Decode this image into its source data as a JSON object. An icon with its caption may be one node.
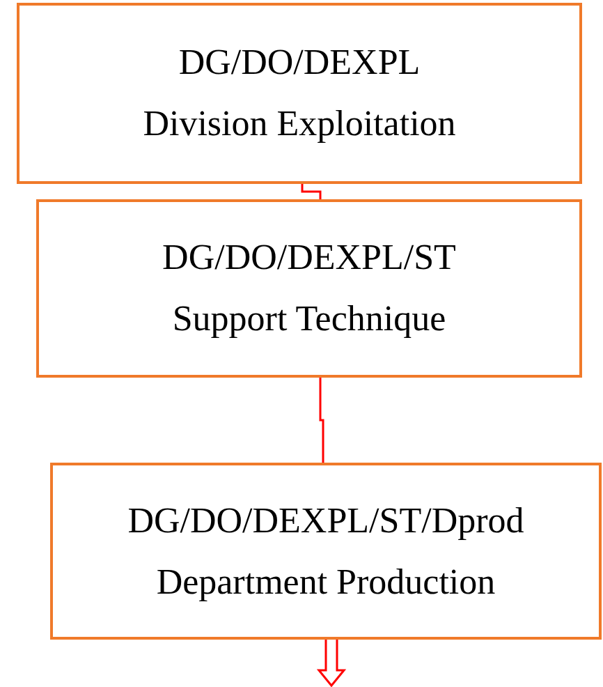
{
  "diagram": {
    "nodes": [
      {
        "text": [
          "DG/DO/DEXPL",
          "Division Exploitation"
        ]
      },
      {
        "text": [
          "DG/DO/DEXPL/ST",
          "Support Technique"
        ]
      },
      {
        "text": [
          "DG/DO/DEXPL/ST/Dprod",
          "Department Production"
        ]
      }
    ],
    "edges": [
      {
        "from": 0,
        "to": 1,
        "arrow": "none"
      },
      {
        "from": 1,
        "to": 2,
        "arrow": "none"
      },
      {
        "from": 2,
        "to": null,
        "arrow": "to"
      }
    ]
  }
}
